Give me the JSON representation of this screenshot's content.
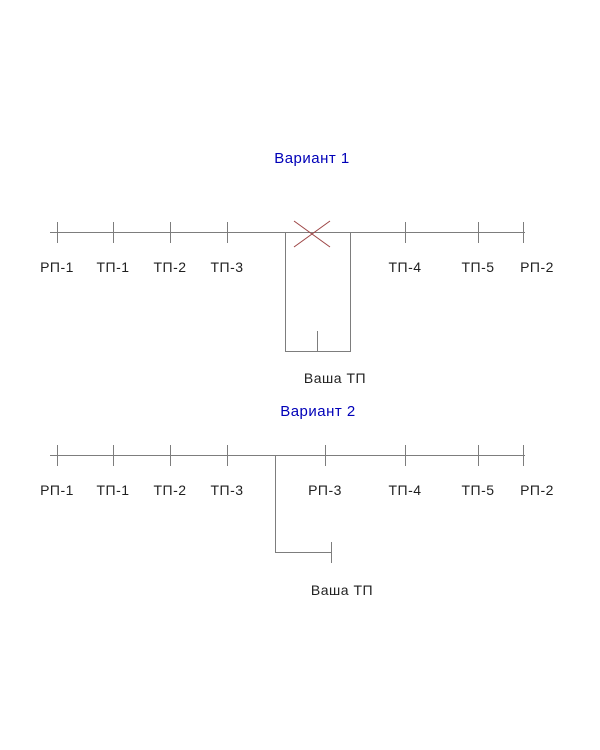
{
  "variant1": {
    "title": "Вариант 1",
    "labels": [
      "РП-1",
      "ТП-1",
      "ТП-2",
      "ТП-3",
      "ТП-4",
      "ТП-5",
      "РП-2"
    ],
    "tap_label": "Ваша ТП"
  },
  "variant2": {
    "title": "Вариант 2",
    "labels": [
      "РП-1",
      "ТП-1",
      "ТП-2",
      "ТП-3",
      "РП-3",
      "ТП-4",
      "ТП-5",
      "РП-2"
    ],
    "tap_label": "Ваша ТП"
  },
  "colors": {
    "line": "#7d7d7d",
    "text": "#1f1f1f",
    "title": "#0000b8",
    "break_mark": "#9c4343"
  }
}
